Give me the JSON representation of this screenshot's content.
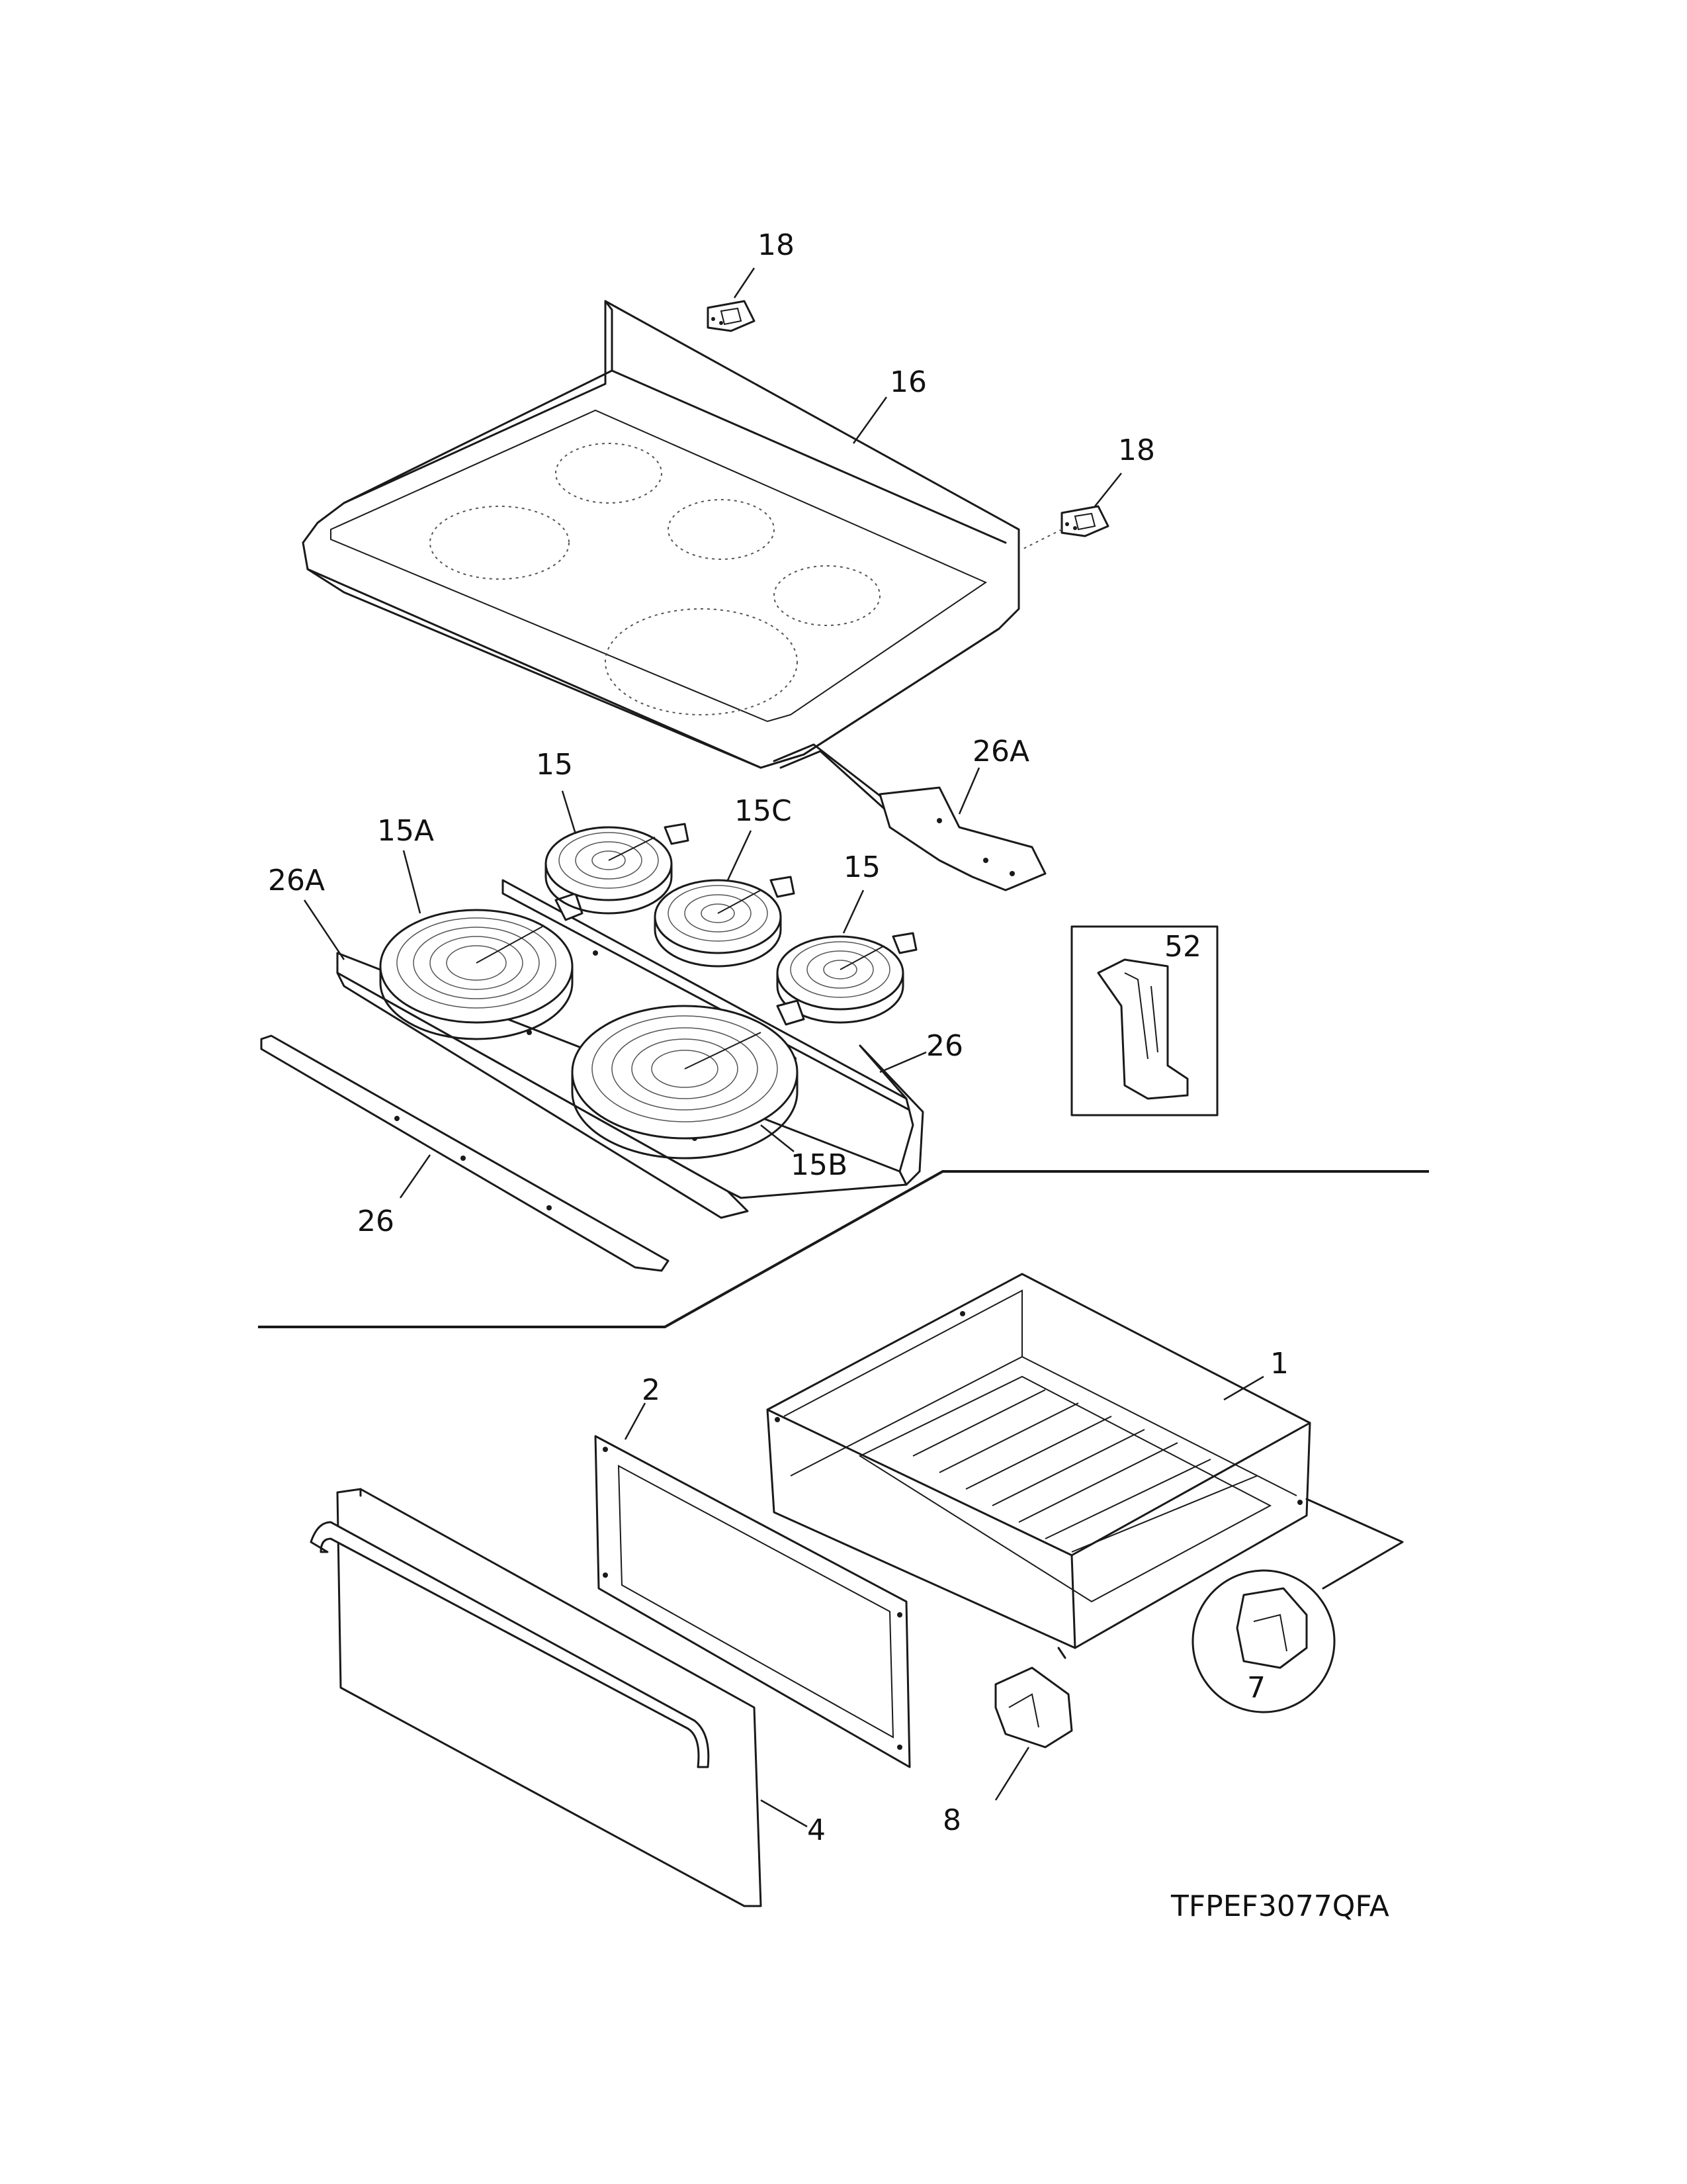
{
  "diagram": {
    "model_code": "TFPEF3077QFA",
    "part_labels": {
      "p18_top": "18",
      "p18_right": "18",
      "p16": "16",
      "p26a_harness": "26A",
      "p15_left": "15",
      "p15a": "15A",
      "p15c": "15C",
      "p15_right": "15",
      "p26a_left": "26A",
      "p52": "52",
      "p26_right": "26",
      "p15b": "15B",
      "p26_bottom": "26",
      "p1": "1",
      "p2": "2",
      "p7": "7",
      "p8": "8",
      "p4": "4"
    }
  }
}
